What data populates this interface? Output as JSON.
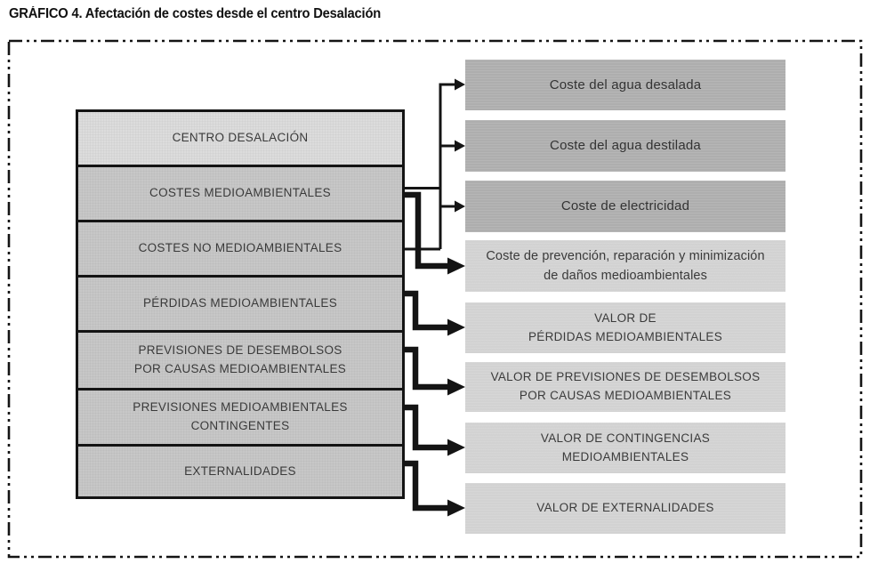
{
  "title": "GRÁFICO 4. Afectación de costes desde el centro Desalación",
  "diagram": {
    "left_column": [
      {
        "id": "centro-desalacion",
        "label": "CENTRO DESALACIÓN"
      },
      {
        "id": "costes-medioambientales",
        "label": "COSTES MEDIOAMBIENTALES"
      },
      {
        "id": "costes-no-medioambientales",
        "label": "COSTES NO MEDIOAMBIENTALES"
      },
      {
        "id": "perdidas-medioambientales",
        "label": "PÉRDIDAS MEDIOAMBIENTALES"
      },
      {
        "id": "previsiones-desembolsos",
        "label": "PREVISIONES DE DESEMBOLSOS\nPOR CAUSAS MEDIOAMBIENTALES"
      },
      {
        "id": "previsiones-contingentes",
        "label": "PREVISIONES MEDIOAMBIENTALES\nCONTINGENTES"
      },
      {
        "id": "externalidades",
        "label": "EXTERNALIDADES"
      }
    ],
    "right_column": [
      {
        "id": "coste-agua-desalada",
        "label": "Coste del agua desalada"
      },
      {
        "id": "coste-agua-destilada",
        "label": "Coste del agua destilada"
      },
      {
        "id": "coste-electricidad",
        "label": "Coste de electricidad"
      },
      {
        "id": "coste-prevencion",
        "label": "Coste de prevención, reparación y minimización\nde daños medioambientales"
      },
      {
        "id": "valor-perdidas",
        "label": "VALOR DE\nPÉRDIDAS MEDIOAMBIENTALES"
      },
      {
        "id": "valor-previsiones-desembolsos",
        "label": "VALOR DE PREVISIONES DE DESEMBOLSOS\nPOR CAUSAS MEDIOAMBIENTALES"
      },
      {
        "id": "valor-contingencias",
        "label": "VALOR DE CONTINGENCIAS\nMEDIOAMBIENTALES"
      },
      {
        "id": "valor-externalidades",
        "label": "VALOR DE EXTERNALIDADES"
      }
    ],
    "colors": {
      "left_header_fill": "#dcdcdc",
      "left_fill": "#c7c7c7",
      "right_dark_fill": "#aeaeae",
      "right_light_fill": "#d2d2d2",
      "line_color": "#141414",
      "text_color": "#3a3a3a"
    }
  }
}
